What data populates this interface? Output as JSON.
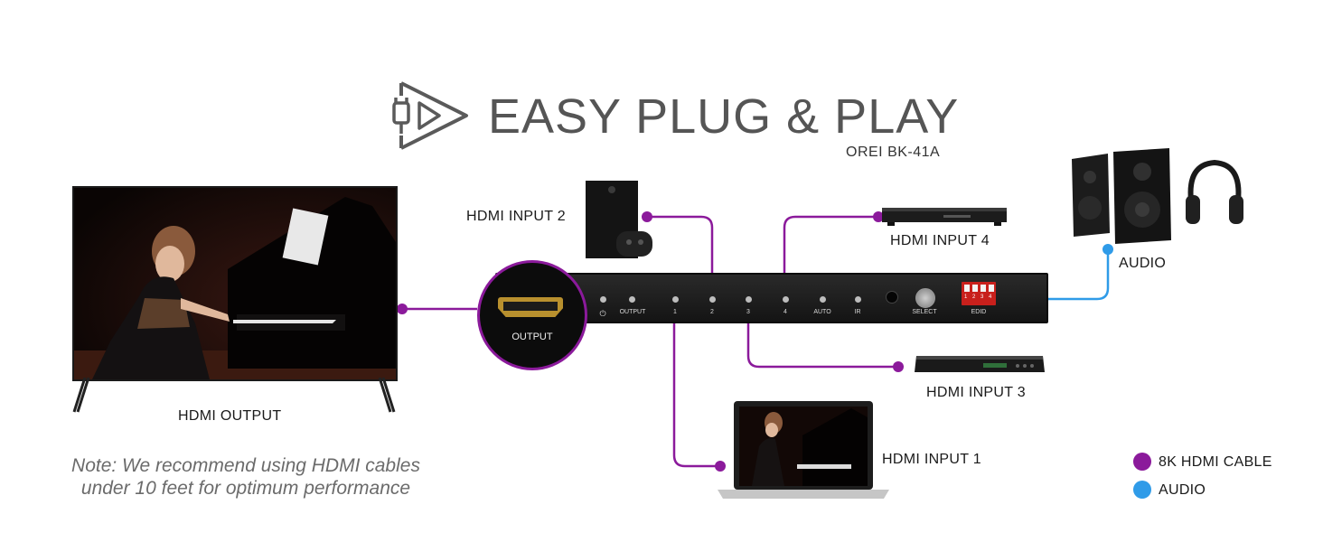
{
  "header": {
    "title": "EASY PLUG & PLAY",
    "model": "OREI BK-41A"
  },
  "devices": {
    "tv_label": "HDMI OUTPUT",
    "input1_label": "HDMI INPUT 1",
    "input2_label": "HDMI INPUT 2",
    "input3_label": "HDMI INPUT 3",
    "input4_label": "HDMI INPUT 4",
    "audio_label": "AUDIO"
  },
  "switcher": {
    "port_label": "OUTPUT",
    "front_panel": {
      "power": "⏻",
      "output": "OUTPUT",
      "in1": "1",
      "in2": "2",
      "in3": "3",
      "in4": "4",
      "auto": "AUTO",
      "ir": "IR",
      "select": "SELECT",
      "edid": "EDID",
      "dip": "1 2 3 4"
    }
  },
  "note": {
    "line1": "Note: We recommend using HDMI cables",
    "line2": "under 10 feet for optimum performance"
  },
  "legend": {
    "hdmi_label": "8K HDMI CABLE",
    "audio_label": "AUDIO"
  },
  "colors": {
    "hdmi_cable": "#8b1a9b",
    "audio_cable": "#2f9be8"
  }
}
